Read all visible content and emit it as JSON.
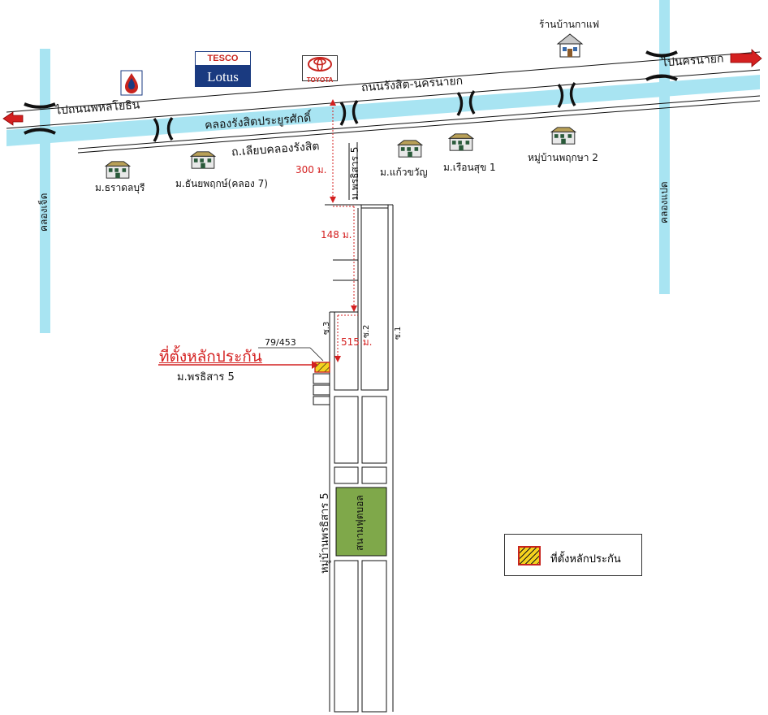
{
  "roads": {
    "main_road": "ถนนรังสิต-นครนายก",
    "to_left": "ไปถนนพหลโยธิน",
    "to_right": "ไปนครนายก",
    "canal_main": "คลองรังสิตประยูรศักดิ์",
    "side_road": "ถ.เลียบคลองรังสิต",
    "canal_left": "คลองเจ็ด",
    "canal_right": "คลองแปด",
    "soi_main": "ม.พรธิสาร 5",
    "soi_1": "ซ.1",
    "soi_2": "ซ.2",
    "soi_3": "ซ.3",
    "village_bottom": "หมู่บ้านพรธิสาร 5"
  },
  "places": {
    "coffee_shop": "ร้านบ้านกาแฟ",
    "tesco_top": "TESCO",
    "tesco_bottom": "Lotus",
    "toyota": "TOYOTA",
    "village_tharadol": "ม.ธราดลบุรี",
    "village_thanyaphruek": "ม.ธันยพฤกษ์(คลอง 7)",
    "village_kaewkwan": "ม.แก้วขวัญ",
    "village_ruensuk": "ม.เรือนสุข 1",
    "village_phruksa": "หมู่บ้านพฤกษา 2",
    "football_field": "สนามฟุตบอล"
  },
  "distances": {
    "d1": "300 ม.",
    "d2": "148 ม.",
    "d3": "515 ม."
  },
  "target": {
    "label": "ที่ตั้งหลักประกัน",
    "house_no": "79/453",
    "village": "ม.พรธิสาร 5"
  },
  "legend": {
    "label": "ที่ตั้งหลักประกัน"
  },
  "colors": {
    "canal": "#a8e4f2",
    "accent_red": "#d42020",
    "field_green": "#7fa84a",
    "marker_yellow": "#f4d21e"
  }
}
